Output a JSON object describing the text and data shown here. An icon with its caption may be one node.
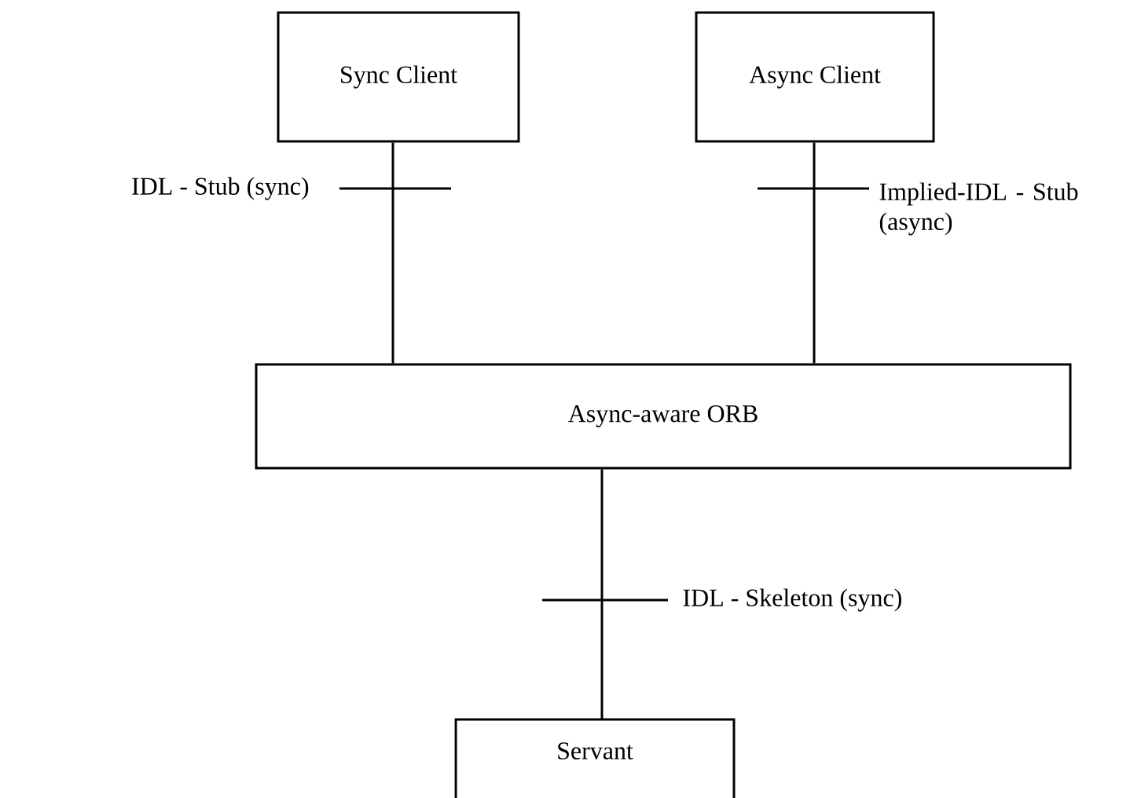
{
  "diagram": {
    "nodes": [
      {
        "text": [
          "Sync Client"
        ]
      },
      {
        "text": [
          "Async Client"
        ]
      },
      {
        "text": [
          "Async-aware ORB"
        ]
      },
      {
        "text": [
          "Servant"
        ]
      }
    ],
    "edges": [
      {
        "from": 0,
        "to": 2,
        "arrow": "none",
        "label": "IDL - Stub (sync)"
      },
      {
        "from": 1,
        "to": 2,
        "arrow": "none",
        "label": "Implied-IDL - Stub (async)"
      },
      {
        "from": 2,
        "to": 3,
        "arrow": "none",
        "label": "IDL - Skeleton (sync)"
      }
    ]
  }
}
